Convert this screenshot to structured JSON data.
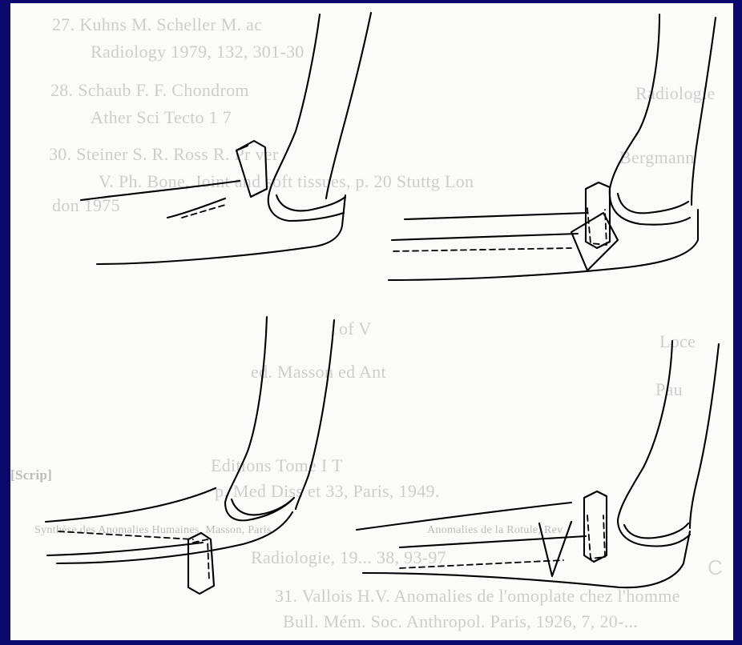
{
  "background_color": "#0a0a6e",
  "background_text": [
    "27. Kuhns M. Scheller M. ac",
    "Radiology 1979, 132, 301-30",
    "28. Schaub F. F. Chondrom",
    "Ather Sci Tecto 1 7",
    "30. Steiner S. R. Ross R. Pr ver",
    "V. Ph. Bone, Joint and soft tissues, p. 20 Stuttg Lon",
    "don 1975",
    "of V",
    "ed. Masson ed Ant",
    "Editions Tome I T",
    "p. Med Diss et 33, Paris, 1949.",
    "Synthèse des Anomalies Humaines, Masson, Paris",
    "Anomalies de la Rotule, Rev",
    "Radiologie, 19... 38, 93-97",
    "31. Vallois H.V. Anomalies de l'omoplate chez l'homme",
    "Bull. Mém. Soc. Anthropol. Paris, 1926, 7, 20-...",
    "Bergmann",
    "Radiologie",
    "Loce",
    "Pau",
    "C",
    "[Scrip]"
  ],
  "figure_panels": [
    {
      "id": "top-left"
    },
    {
      "id": "top-right"
    },
    {
      "id": "bottom-left"
    },
    {
      "id": "bottom-right"
    }
  ]
}
